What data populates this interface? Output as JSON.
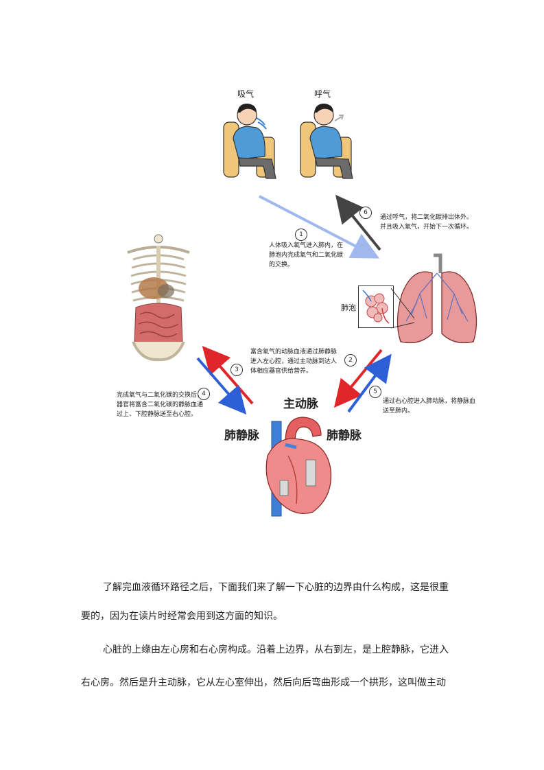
{
  "figure": {
    "people": [
      {
        "label": "吸气"
      },
      {
        "label": "呼气"
      }
    ],
    "steps": [
      {
        "num": "1",
        "text_lines": [
          "人体吸入氧气进入肺内，在",
          "肺泡内完成氧气和二氧化碳",
          "的交换。"
        ]
      },
      {
        "num": "2",
        "text_lines": []
      },
      {
        "num": "3",
        "text_lines": [
          "富含氧气的动脉血液通过肺静脉",
          "进入左心腔，通过主动脉到达人",
          "体相应器官供给营养。"
        ]
      },
      {
        "num": "4",
        "text_lines": [
          "完成氧气与二氧化碳的交换后，",
          "器官将富含二氧化碳的静脉血通",
          "过上、下腔静脉送至右心腔。"
        ]
      },
      {
        "num": "5",
        "text_lines": [
          "通过右心腔进入肺动脉，将静脉血",
          "送至肺内。"
        ]
      },
      {
        "num": "6",
        "text_lines": [
          "通过呼气，将二氧化碳排出体外。",
          "并且吸入氧气，开始下一次循环。"
        ]
      }
    ],
    "alveolus_label": "肺泡",
    "heart_labels": {
      "aorta": "主动脉",
      "left_vein": "肺静脉",
      "right_vein": "肺静脉"
    },
    "colors": {
      "inhale_arrow": "#9fb8ee",
      "exhale_arrow": "#444444",
      "arterial": "#e0262b",
      "venous": "#2d5fd6"
    }
  },
  "body_text": {
    "lines": [
      "了解完血液循环路径之后，下面我们来了解一下心脏的边界由什么构成，这是很重",
      "要的，因为在读片时经常会用到这方面的知识。",
      "心脏的上缘由左心房和右心房构成。沿着上边界，从右到左，是上腔静脉，它进入",
      "右心房。然后是升主动脉，它从左心室伸出，然后向后弯曲形成一个拱形，这叫做主动"
    ]
  }
}
